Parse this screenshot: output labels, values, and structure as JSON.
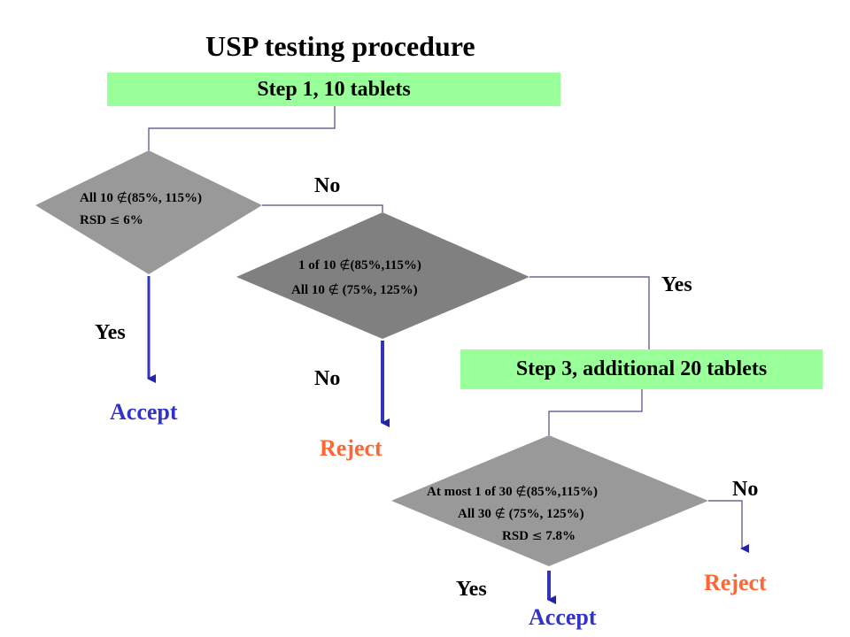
{
  "title": "USP testing procedure",
  "step1": "Step 1, 10 tablets",
  "step3": "Step 3, additional 20 tablets",
  "d1": {
    "line1": [
      "All 10 ",
      "∉",
      "(85%, 115%)"
    ],
    "line2": [
      "RSD ",
      "≤",
      " 6%"
    ]
  },
  "d2": {
    "line1": [
      "1 of 10 ",
      "∉",
      "(85%,115%)"
    ],
    "line2": [
      "All 10 ",
      "∉",
      " (75%, 125%)"
    ]
  },
  "d3": {
    "line1": [
      "At most 1 of 30 ",
      "∉",
      "(85%,115%)"
    ],
    "line2": [
      "All 30 ",
      "∉",
      " (75%, 125%)"
    ],
    "line3": [
      "RSD ",
      "≤",
      " 7.8%"
    ]
  },
  "labels": {
    "no1": "No",
    "yes1": "Yes",
    "yes2": "Yes",
    "no2": "No",
    "no3": "No",
    "yes3": "Yes"
  },
  "results": {
    "accept1": "Accept",
    "reject1": "Reject",
    "reject2": "Reject",
    "accept2": "Accept"
  },
  "colors": {
    "box": "#99ff99",
    "diamond1": "#999999",
    "diamond2": "#808080",
    "diamond3": "#999999",
    "accept": "#3333cc",
    "reject": "#ff6633",
    "arrow": "#3333cc"
  }
}
